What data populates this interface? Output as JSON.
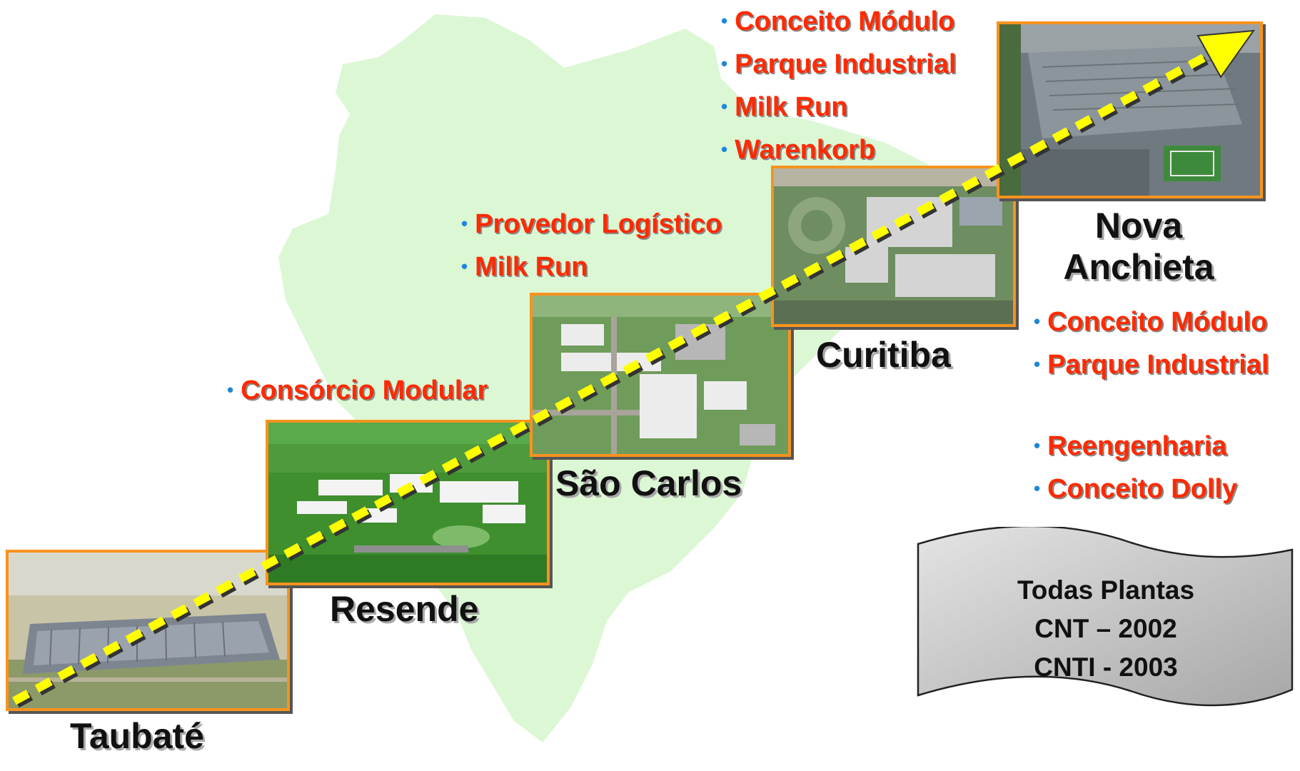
{
  "plants": [
    {
      "id": "taubate",
      "name": "Taubaté",
      "bullets": []
    },
    {
      "id": "resende",
      "name": "Resende",
      "bullets": [
        "Consórcio Modular"
      ]
    },
    {
      "id": "sao-carlos",
      "name": "São Carlos",
      "bullets": [
        "Provedor Logístico",
        "Milk Run"
      ]
    },
    {
      "id": "curitiba",
      "name": "Curitiba",
      "bullets": [
        "Conceito Módulo",
        "Parque Industrial",
        "Milk Run",
        "Warenkorb"
      ]
    },
    {
      "id": "nova-anchieta",
      "name_line1": "Nova",
      "name_line2": "Anchieta",
      "bullets": [
        "Conceito Módulo",
        "Parque Industrial",
        "Reengenharia",
        "Conceito Dolly"
      ]
    }
  ],
  "certification": {
    "line1": "Todas Plantas",
    "line2": "CNT – 2002",
    "line3": "CNTI - 2003"
  },
  "colors": {
    "map": "#dcf7d4",
    "photo_border": "#f7931e",
    "bullet_text": "#ff2a00",
    "bullet_dot": "#1e88d8",
    "arrow": "#ffff00",
    "scroll": "#c9c9c9"
  },
  "icons": {
    "bullet": "•"
  }
}
